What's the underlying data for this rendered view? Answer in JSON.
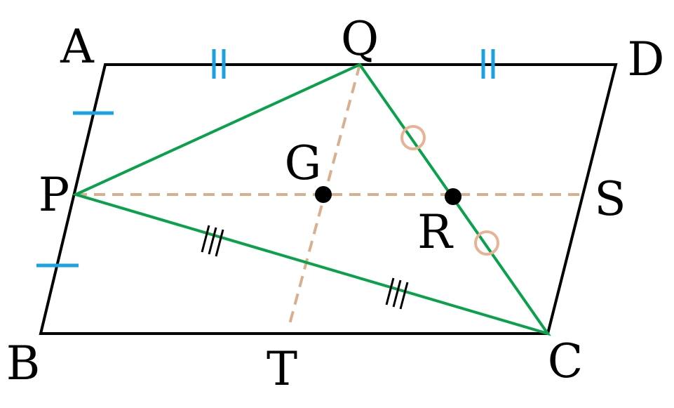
{
  "diagram": {
    "points": {
      "A": "A",
      "B": "B",
      "C": "C",
      "D": "D",
      "P": "P",
      "Q": "Q",
      "R": "R",
      "S": "S",
      "T": "T",
      "G": "G"
    },
    "colors": {
      "outline": "#000000",
      "triangle": "#0aa14b",
      "dashed": "#d9b08f",
      "tick_marks": "#1aa3e0",
      "circle_marks": "#e8b395",
      "dots": "#000000"
    }
  }
}
